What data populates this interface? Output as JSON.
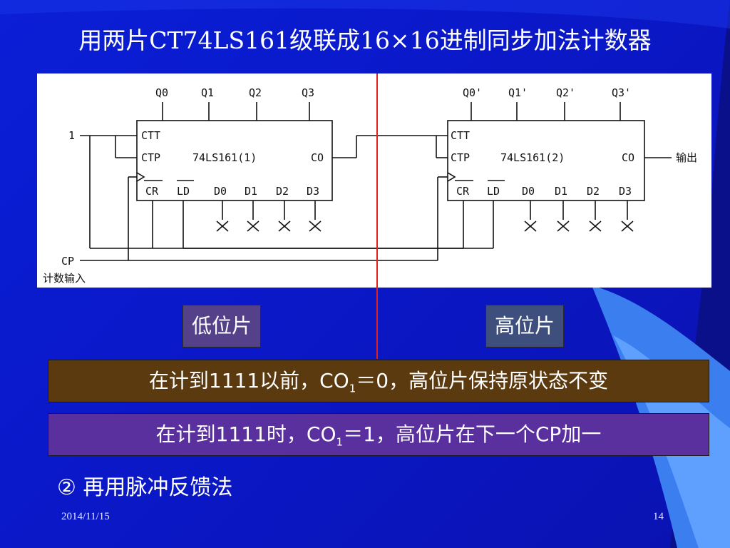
{
  "title": "用两片CT74LS161级联成16×16进制同步加法计数器",
  "figure": {
    "chip1_name": "74LS161(1)",
    "chip2_name": "74LS161(2)",
    "in1": "1",
    "cp": "CP",
    "count_input": "计数输入",
    "output": "输出",
    "q_labels": [
      "Q0",
      "Q1",
      "Q2",
      "Q3"
    ],
    "q2_labels": [
      "Q0'",
      "Q1'",
      "Q2'",
      "Q3'"
    ],
    "pins_left": [
      "CTT",
      "CTP"
    ],
    "pins_bottom": [
      "CR",
      "LD",
      "D0",
      "D1",
      "D2",
      "D3"
    ],
    "co": "CO"
  },
  "tags": {
    "low": "低位片",
    "high": "高位片"
  },
  "box1": {
    "pre": "在计到1111以前，CO",
    "sub": "1",
    "post": "＝0，高位片保持原状态不变"
  },
  "box2": {
    "pre": "在计到1111时，CO",
    "sub": "1",
    "post": "＝1，高位片在下一个CP加一"
  },
  "bullet": "② 再用脉冲反馈法",
  "footer": {
    "date": "2014/11/15",
    "page": "14"
  },
  "colors": {
    "background": "#0b1fd6",
    "red_divider": "#e0201a",
    "box1": "#5c3a10",
    "box2": "#5a2f9e"
  }
}
